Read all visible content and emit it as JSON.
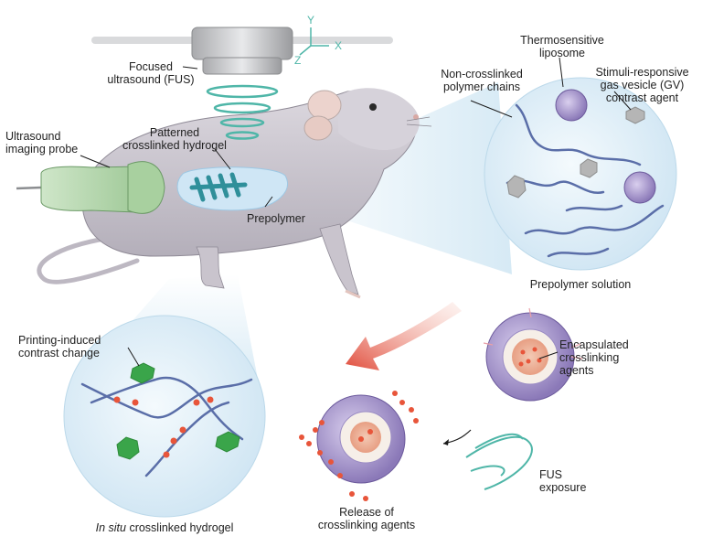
{
  "labels": {
    "fus": [
      "Focused",
      "ultrasound (FUS)"
    ],
    "axis_y": "Y",
    "axis_x": "X",
    "axis_z": "Z",
    "imaging_probe": [
      "Ultrasound",
      "imaging probe"
    ],
    "patterned_hydrogel": [
      "Patterned",
      "crosslinked hydrogel"
    ],
    "prepolymer": "Prepolymer",
    "thermo_liposome": [
      "Thermosensitive",
      "liposome"
    ],
    "non_crosslinked": [
      "Non-crosslinked",
      "polymer chains"
    ],
    "gv_agent": [
      "Stimuli-responsive",
      "gas vesicle (GV)",
      "contrast agent"
    ],
    "prepolymer_solution": "Prepolymer solution",
    "encapsulated": [
      "Encapsulated",
      "crosslinking",
      "agents"
    ],
    "contrast_change": [
      "Printing-induced",
      "contrast change"
    ],
    "fus_exposure": [
      "FUS",
      "exposure"
    ],
    "release": [
      "Release of",
      "crosslinking agents"
    ],
    "in_situ_italic": "In situ",
    "in_situ_rest": " crosslinked hydrogel"
  },
  "colors": {
    "mouse_body": "#cfcbd3",
    "mouse_shadow": "#a9a4b0",
    "ear_pink": "#e6c6c0",
    "probe_green": "#b7d9b2",
    "hydrogel_blue": "#cfe6f5",
    "pattern_teal": "#2f8f9a",
    "zoom_circle": "#dceef8",
    "polymer_chain": "#5a6ea8",
    "liposome_purple": "#8b79b8",
    "gv_grey": "#b5b5b5",
    "contrast_green": "#3aa54a",
    "crosslink_orange": "#e8553a",
    "arrow_red": "#e04b3a",
    "ultrasound_teal": "#4fb6a8"
  }
}
